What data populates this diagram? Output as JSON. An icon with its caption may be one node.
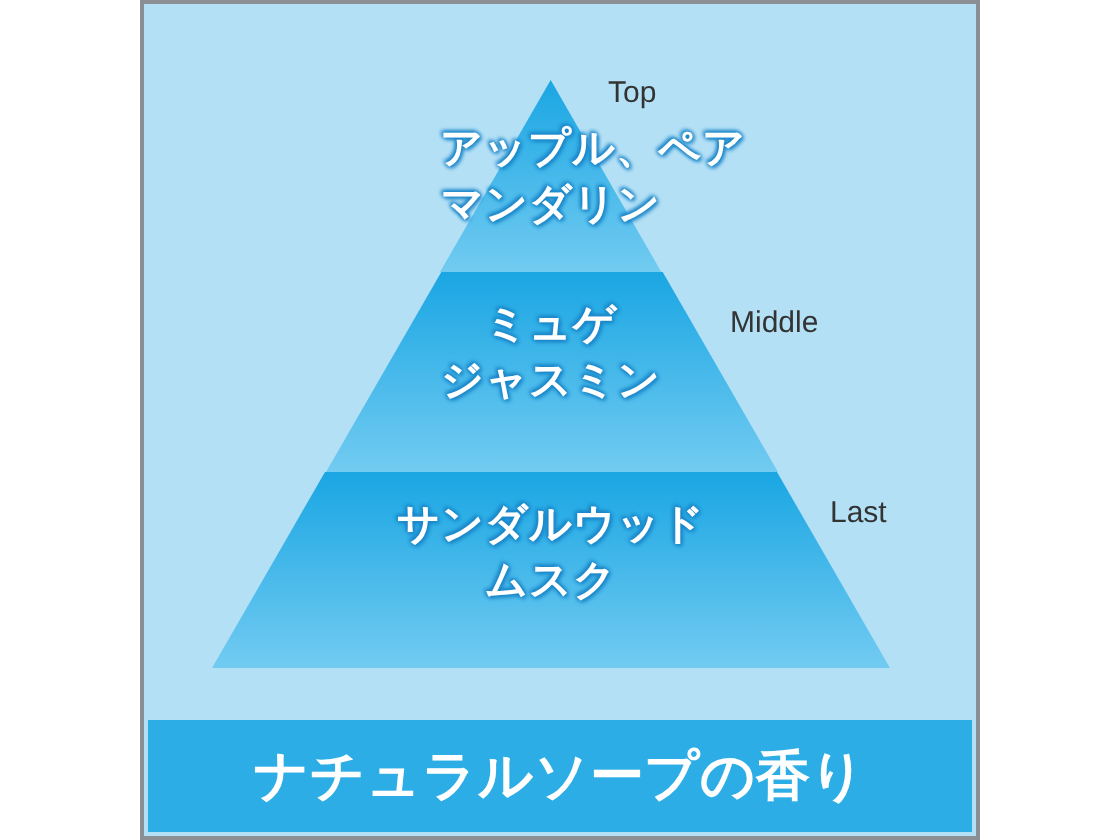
{
  "diagram": {
    "caption": "ナチュラルソープの香り",
    "nodes": [
      {
        "text": [
          "アップル、ペア",
          "マンダリン"
        ],
        "beside": [
          "Top"
        ]
      },
      {
        "text": [
          "ミュゲ",
          "ジャスミン"
        ],
        "beside": [
          "Middle"
        ]
      },
      {
        "text": [
          "サンダルウッド",
          "ムスク"
        ],
        "beside": [
          "Last"
        ]
      }
    ]
  }
}
